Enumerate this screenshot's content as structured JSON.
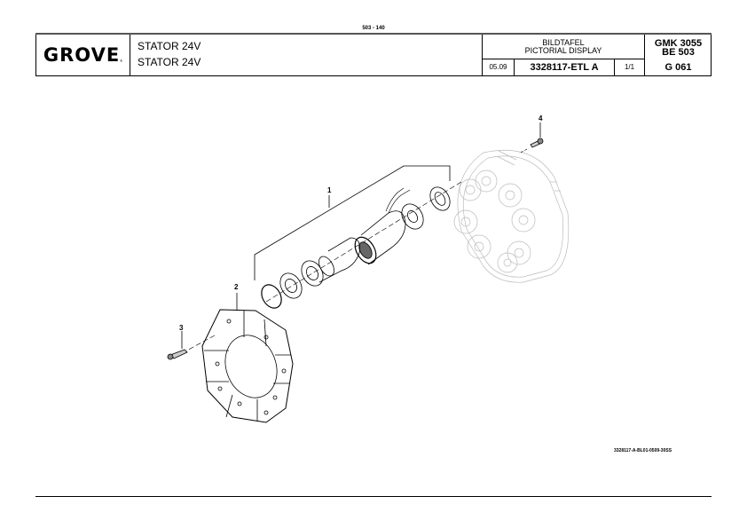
{
  "page_number": "503 - 140",
  "header": {
    "logo": "GROVE",
    "logo_mark": "®",
    "title_de": "STATOR 24V",
    "title_en": "STATOR 24V",
    "pictorial_de": "BILDTAFEL",
    "pictorial_en": "PICTORIAL DISPLAY",
    "date": "05.09",
    "document_number": "3328117-ETL A",
    "sheet": "1/1",
    "model": "GMK 3055",
    "group": "BE 503",
    "code": "G 061"
  },
  "drawing": {
    "callouts": [
      "1",
      "2",
      "3",
      "4"
    ],
    "reference": "3328117-A-BL01-0509-30SS"
  }
}
